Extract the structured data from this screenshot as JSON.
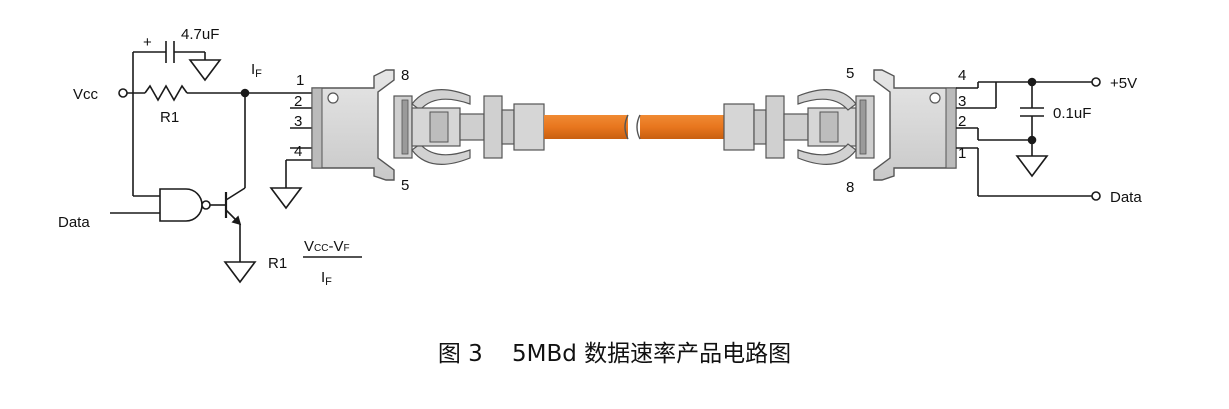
{
  "diagram": {
    "labels": {
      "vcc": "Vcc",
      "r1_series": "R1",
      "plus": "+",
      "capacitor_tx": "4.7uF",
      "data_in": "Data",
      "i_f": "I",
      "i_f_sub": "F",
      "r1_eq_label": "R1",
      "formula_num_v1": "V",
      "formula_num_cc": "CC",
      "formula_num_sep": "-V",
      "formula_num_f": "F",
      "formula_den_i": "I",
      "formula_den_f": "F",
      "plus_5v": "+5V",
      "capacitor_rx": "0.1uF",
      "data_out": "Data"
    },
    "tx_pins": {
      "p1": "1",
      "p2": "2",
      "p3": "3",
      "p4": "4",
      "p8": "8",
      "p5": "5"
    },
    "rx_pins": {
      "p4": "4",
      "p3": "3",
      "p2": "2",
      "p1": "1",
      "p5": "5",
      "p8": "8"
    },
    "colors": {
      "fiber": "#E8761E",
      "connector_body": "#D9D9D9",
      "connector_dark": "#9A9A9A",
      "line": "#1a1a1a"
    }
  },
  "caption": {
    "figure": "图 3",
    "title": "5MBd 数据速率产品电路图"
  }
}
